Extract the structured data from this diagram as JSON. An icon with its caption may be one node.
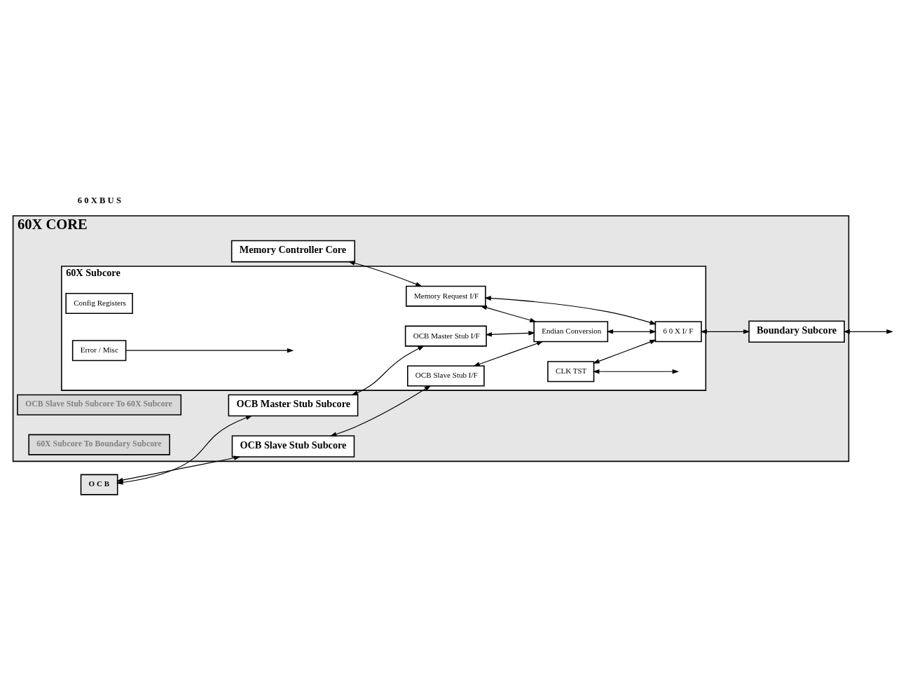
{
  "diagram": {
    "nodes": [
      {
        "text": [
          "60X CORE"
        ]
      },
      {
        "text": [
          "Memory Controller Core"
        ],
        "in": 0
      },
      {
        "text": [
          "60X Subcore"
        ],
        "in": 0
      },
      {
        "text": [
          "Memory Request I/F"
        ],
        "in": 2
      },
      {
        "text": [
          "OCB Slave Stub I/F"
        ],
        "in": 2
      },
      {
        "text": [
          "Endian Conversion"
        ],
        "in": 2
      },
      {
        "text": [
          "6 0 X I/ F"
        ],
        "in": 2
      },
      {
        "text": [
          "Config Registers"
        ],
        "in": 2
      },
      {
        "text": [
          "OCB Master Stub I/F"
        ],
        "in": 2
      },
      {
        "text": [
          "Error / Misc"
        ],
        "in": 2
      },
      {
        "text": [
          "CLK TST"
        ],
        "in": 2
      },
      {
        "text": [
          "OCB Slave Stub Subcore"
        ],
        "in": 0
      },
      {
        "text": [
          "OCB Master Stub Subcore"
        ],
        "in": 0
      },
      {
        "text": [
          "Boundary Subcore"
        ],
        "in": 0
      },
      {
        "text": [
          "OCB Slave Stub Subcore To 60X Subcore"
        ],
        "in": 0
      },
      {
        "text": [
          "60X Subcore To Boundary Subcore"
        ],
        "in": 0
      },
      {
        "text": [
          "O C B"
        ]
      }
    ],
    "edges": [
      {
        "from": 1,
        "to": 3,
        "arrow": "both"
      },
      {
        "from": 16,
        "to": 11,
        "arrow": "both"
      },
      {
        "from": 16,
        "to": 12,
        "arrow": "both"
      },
      {
        "from": 11,
        "to": 4,
        "arrow": "both"
      },
      {
        "from": 12,
        "to": 8,
        "arrow": "both"
      },
      {
        "from": 3,
        "to": 5,
        "arrow": "both"
      },
      {
        "from": 3,
        "to": 6,
        "arrow": "both"
      },
      {
        "from": 4,
        "to": 5,
        "arrow": "both"
      },
      {
        "from": 8,
        "to": 5,
        "arrow": "both"
      },
      {
        "from": 5,
        "to": 6,
        "arrow": "both"
      },
      {
        "from": 10,
        "to": 6,
        "arrow": "both"
      },
      {
        "from": 6,
        "to": 13,
        "arrow": "both"
      },
      {
        "from": 13,
        "to": null,
        "arrow": "both"
      },
      {
        "from": 9,
        "to": null,
        "arrow": "to"
      },
      {
        "from": 10,
        "to": null,
        "arrow": "both"
      }
    ],
    "labels": [
      "6 0 X B U S"
    ]
  }
}
